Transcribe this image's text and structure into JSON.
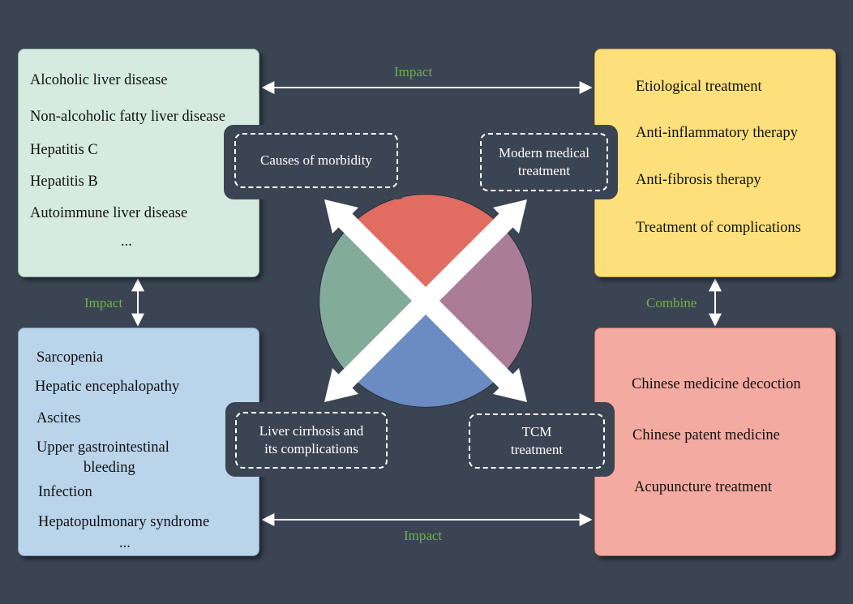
{
  "boxes": {
    "causes": {
      "items": [
        "Alcoholic liver disease",
        "Non-alcoholic fatty liver disease",
        "Hepatitis C",
        "Hepatitis B",
        "Autoimmune liver disease",
        "..."
      ],
      "color": "#d5ebe0"
    },
    "modern": {
      "items": [
        "Etiological treatment",
        "Anti-inflammatory therapy",
        "Anti-fibrosis therapy",
        "Treatment of complications"
      ],
      "color": "#fde07c"
    },
    "cirrhosis": {
      "items": [
        "Sarcopenia",
        "Hepatic encephalopathy",
        "Ascites",
        "Upper gastrointestinal",
        "bleeding",
        "Infection",
        "Hepatopulmonary syndrome",
        "..."
      ],
      "color": "#bad4ea"
    },
    "tcm": {
      "items": [
        "Chinese medicine decoction",
        "Chinese patent medicine",
        "Acupuncture treatment"
      ],
      "color": "#f3aaa0"
    }
  },
  "captions": {
    "causes": "Causes of morbidity",
    "modern": "Modern medical\ntreatment",
    "cirrhosis": "Liver cirrhosis and\nits complications",
    "tcm": "TCM\ntreatment"
  },
  "relations": {
    "top": "Impact",
    "bottom": "Impact",
    "left": "Impact",
    "right": "Combine"
  },
  "colors": {
    "background": "#3b4453",
    "label_green": "#6db33f",
    "quadrant_top": "#e06c62",
    "quadrant_left": "#83ab9a",
    "quadrant_right": "#aa7c98",
    "quadrant_bottom": "#6a8cc3"
  }
}
